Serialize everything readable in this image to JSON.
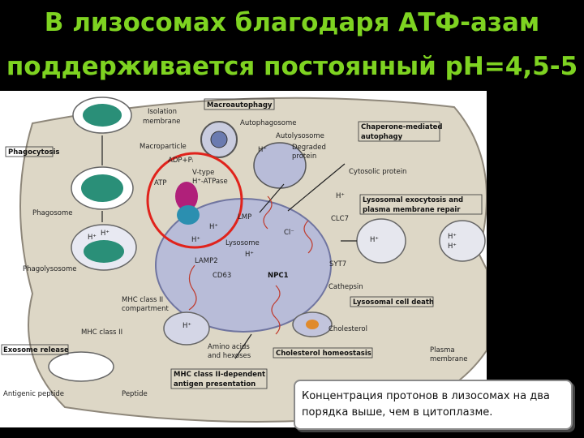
{
  "title": {
    "line1": "В лизосомах благодаря АТФ-азам",
    "line2": "поддерживается постоянный рН=4,5-5"
  },
  "callout": {
    "text": "Концентрация протонов в лизосомах на два порядка выше, чем в цитоплазме."
  },
  "figure": {
    "labels": {
      "isolation": "Isolation",
      "membrane": "membrane",
      "macroautophagy": "Macroautophagy",
      "autophagosome": "Autophagosome",
      "autolysosome": "Autolysosome",
      "macroparticle": "Macroparticle",
      "degraded": "Degraded",
      "protein": "protein",
      "chaperone1": "Chaperone-mediated",
      "chaperone2": "autophagy",
      "phagocytosis": "Phagocytosis",
      "adp": "ADP+Pᵢ",
      "vtype": "V-type",
      "atpase": "H⁺-ATPase",
      "atp": "ATP",
      "cytosolic": "Cytosolic protein",
      "exo1": "Lysosomal exocytosis and",
      "exo2": "plasma membrane repair",
      "phagosome": "Phagosome",
      "lmp": "LMP",
      "clc7": "CLC7",
      "cl": "Cl⁻",
      "lysosome": "Lysosome",
      "lamp2": "LAMP2",
      "syt7": "SYT7",
      "phagolysosome": "Phagolysosome",
      "cd63": "CD63",
      "npc1": "NPC1",
      "cathepsin": "Cathepsin",
      "death": "Lysosomal cell death",
      "mhc1": "MHC class II",
      "mhc2": "compartment",
      "mhcii": "MHC class II",
      "cholesterol": "Cholesterol",
      "exosome": "Exosome release",
      "amino1": "Amino acids",
      "amino2": "and hexoses",
      "cholhome": "Cholesterol homeostasis",
      "plasma1": "Plasma",
      "plasma2": "membrane",
      "antigen": "Antigenic peptide",
      "peptide": "Peptide",
      "mhcdep1": "MHC class II-dependent",
      "mhcdep2": "antigen presentation",
      "h": "H⁺"
    }
  }
}
